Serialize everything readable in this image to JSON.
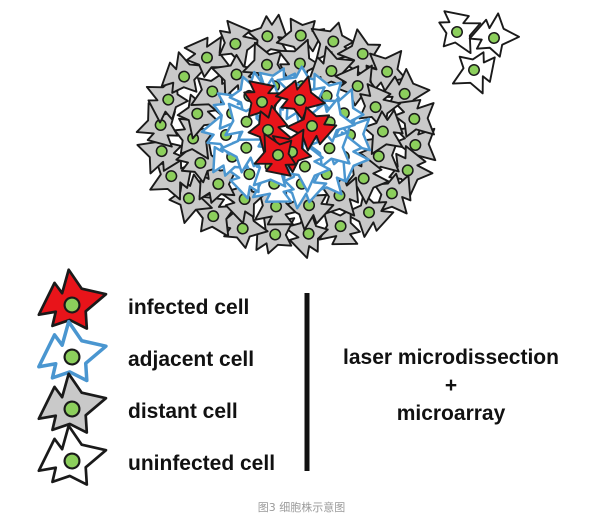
{
  "colors": {
    "infected_fill": "#e8141a",
    "adjacent_outline": "#4a96d0",
    "distant_fill": "#c9c9c9",
    "uninfected_fill": "#ffffff",
    "nucleus_fill": "#8ccf5c",
    "outline": "#1a1a1a"
  },
  "legend": [
    {
      "id": "infected",
      "label": "infected cell",
      "icon": "infected-cell-icon"
    },
    {
      "id": "adjacent",
      "label": "adjacent cell",
      "icon": "adjacent-cell-icon"
    },
    {
      "id": "distant",
      "label": "distant cell",
      "icon": "distant-cell-icon"
    },
    {
      "id": "uninfected",
      "label": "uninfected cell",
      "icon": "uninfected-cell-icon"
    }
  ],
  "method": {
    "line1": "laser microdissection",
    "line2": "+",
    "line3": "microarray"
  },
  "caption": "图3 细胞株示意图"
}
